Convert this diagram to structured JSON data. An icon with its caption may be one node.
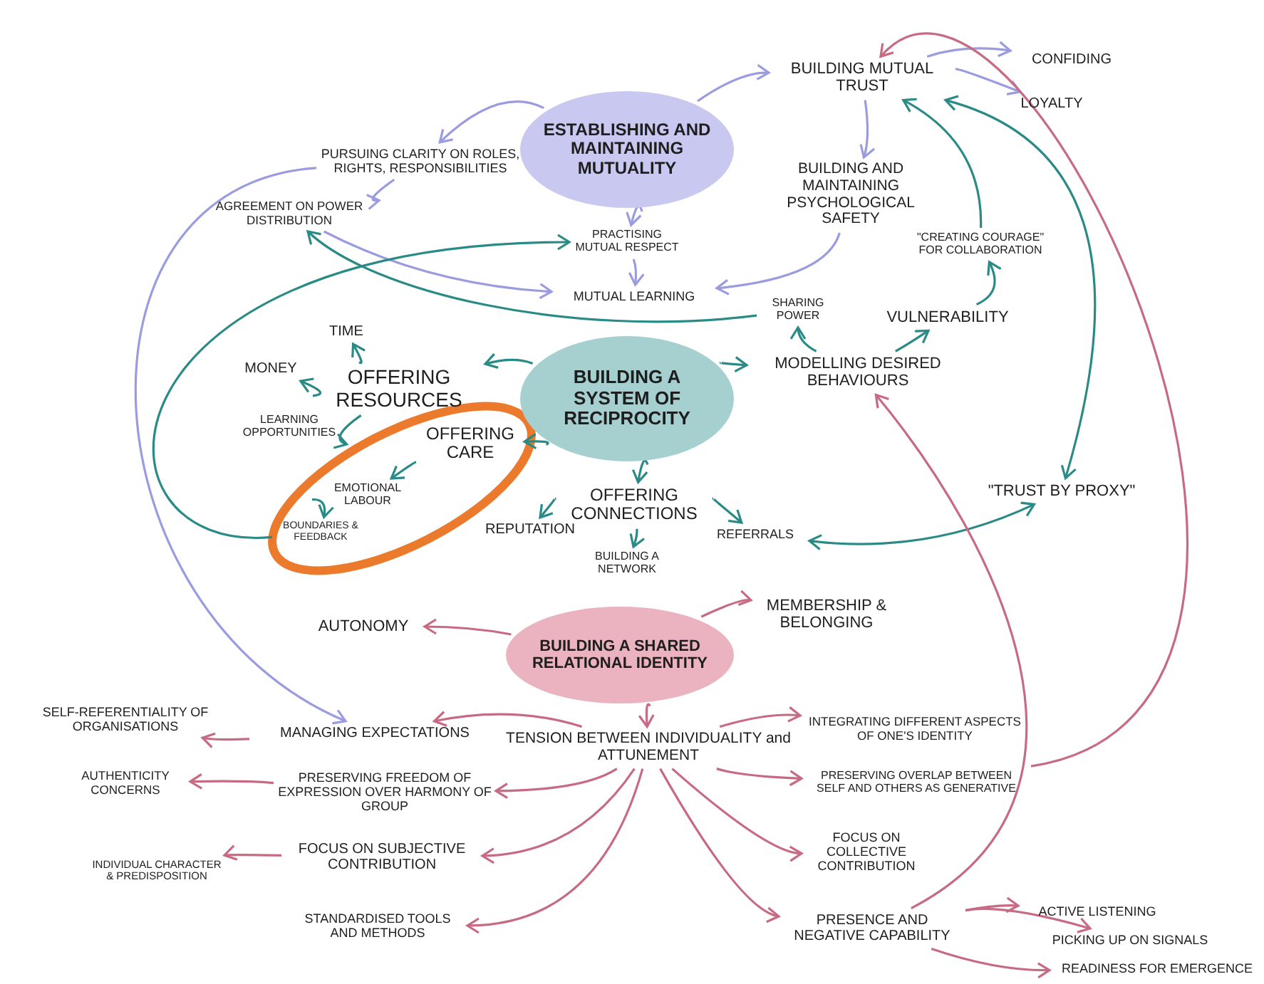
{
  "diagram": {
    "nodes": [
      {
        "text": [
          "ESTABLISHING AND MAINTAINING MUTUALITY"
        ]
      },
      {
        "text": [
          "BUILDING MUTUAL TRUST"
        ]
      },
      {
        "text": [
          "CONFIDING"
        ]
      },
      {
        "text": [
          "LOYALTY"
        ]
      },
      {
        "text": [
          "PURSUING CLARITY ON ROLES, RIGHTS, RESPONSIBILITIES"
        ]
      },
      {
        "text": [
          "AGREEMENT ON POWER DISTRIBUTION"
        ]
      },
      {
        "text": [
          "PRACTISING MUTUAL RESPECT"
        ]
      },
      {
        "text": [
          "BUILDING AND MAINTAINING PSYCHOLOGICAL SAFETY"
        ]
      },
      {
        "text": [
          "MUTUAL LEARNING"
        ]
      },
      {
        "text": [
          "\"CREATING COURAGE\" FOR COLLABORATION"
        ]
      },
      {
        "text": [
          "SHARING POWER"
        ]
      },
      {
        "text": [
          "VULNERABILITY"
        ]
      },
      {
        "text": [
          "TIME"
        ]
      },
      {
        "text": [
          "MONEY"
        ]
      },
      {
        "text": [
          "OFFERING RESOURCES"
        ]
      },
      {
        "text": [
          "BUILDING A SYSTEM OF RECIPROCITY"
        ]
      },
      {
        "text": [
          "MODELLING DESIRED BEHAVIOURS"
        ]
      },
      {
        "text": [
          "LEARNING OPPORTUNITIES"
        ]
      },
      {
        "text": [
          "OFFERING CARE"
        ]
      },
      {
        "text": [
          "EMOTIONAL LABOUR"
        ]
      },
      {
        "text": [
          "BOUNDARIES & FEEDBACK"
        ]
      },
      {
        "text": [
          "OFFERING CONNECTIONS"
        ]
      },
      {
        "text": [
          "REPUTATION"
        ]
      },
      {
        "text": [
          "\"TRUST BY PROXY\""
        ]
      },
      {
        "text": [
          "REFERRALS"
        ]
      },
      {
        "text": [
          "BUILDING A NETWORK"
        ]
      },
      {
        "text": [
          "AUTONOMY"
        ]
      },
      {
        "text": [
          "BUILDING A SHARED RELATIONAL IDENTITY"
        ]
      },
      {
        "text": [
          "MEMBERSHIP & BELONGING"
        ]
      },
      {
        "text": [
          "SELF-REFERENTIALITY OF ORGANISATIONS"
        ]
      },
      {
        "text": [
          "MANAGING EXPECTATIONS"
        ]
      },
      {
        "text": [
          "TENSION BETWEEN INDIVIDUALITY and ATTUNEMENT"
        ]
      },
      {
        "text": [
          "INTEGRATING DIFFERENT ASPECTS OF ONE'S IDENTITY"
        ]
      },
      {
        "text": [
          "AUTHENTICITY CONCERNS"
        ]
      },
      {
        "text": [
          "PRESERVING FREEDOM OF EXPRESSION OVER HARMONY OF GROUP"
        ]
      },
      {
        "text": [
          "PRESERVING OVERLAP BETWEEN SELF AND OTHERS AS GENERATIVE"
        ]
      },
      {
        "text": [
          "INDIVIDUAL CHARACTER & PREDISPOSITION"
        ]
      },
      {
        "text": [
          "FOCUS ON SUBJECTIVE CONTRIBUTION"
        ]
      },
      {
        "text": [
          "FOCUS ON COLLECTIVE CONTRIBUTION"
        ]
      },
      {
        "text": [
          "STANDARDISED TOOLS AND METHODS"
        ]
      },
      {
        "text": [
          "PRESENCE AND NEGATIVE CAPABILITY"
        ]
      },
      {
        "text": [
          "ACTIVE LISTENING"
        ]
      },
      {
        "text": [
          "PICKING UP ON SIGNALS"
        ]
      },
      {
        "text": [
          "READINESS FOR EMERGENCE"
        ]
      }
    ],
    "edges": [
      {
        "from": 0,
        "to": 1,
        "arrow": "to",
        "color": "#9b9be0"
      },
      {
        "from": 0,
        "to": 4,
        "arrow": "to",
        "color": "#9b9be0"
      },
      {
        "from": 0,
        "to": 6,
        "arrow": "to",
        "color": "#9b9be0"
      },
      {
        "from": 6,
        "to": 8,
        "arrow": "to",
        "color": "#9b9be0"
      },
      {
        "from": 1,
        "to": 2,
        "arrow": "to",
        "color": "#9b9be0"
      },
      {
        "from": 1,
        "to": 3,
        "arrow": "to",
        "color": "#9b9be0"
      },
      {
        "from": 1,
        "to": 7,
        "arrow": "to",
        "color": "#9b9be0"
      },
      {
        "from": 7,
        "to": 8,
        "arrow": "to",
        "color": "#9b9be0"
      },
      {
        "from": 4,
        "to": 5,
        "arrow": "to",
        "color": "#9b9be0"
      },
      {
        "from": 5,
        "to": 8,
        "arrow": "to",
        "color": "#9b9be0"
      },
      {
        "from": 4,
        "to": 30,
        "arrow": "to",
        "color": "#9b9be0"
      },
      {
        "from": 10,
        "to": 5,
        "arrow": "to"
      },
      {
        "from": 20,
        "to": 6,
        "arrow": "to"
      },
      {
        "from": 15,
        "to": 14,
        "arrow": "to"
      },
      {
        "from": 15,
        "to": 16,
        "arrow": "to"
      },
      {
        "from": 15,
        "to": 21,
        "arrow": "to"
      },
      {
        "from": 15,
        "to": 18,
        "arrow": "to"
      },
      {
        "from": 14,
        "to": 12,
        "arrow": "to"
      },
      {
        "from": 14,
        "to": 13,
        "arrow": "to"
      },
      {
        "from": 14,
        "to": 17,
        "arrow": "to"
      },
      {
        "from": 18,
        "to": 19,
        "arrow": "to"
      },
      {
        "from": 19,
        "to": 20,
        "arrow": "to"
      },
      {
        "from": 21,
        "to": 22,
        "arrow": "to"
      },
      {
        "from": 21,
        "to": 24,
        "arrow": "to"
      },
      {
        "from": 21,
        "to": 25,
        "arrow": "to"
      },
      {
        "from": 16,
        "to": 10,
        "arrow": "to"
      },
      {
        "from": 16,
        "to": 11,
        "arrow": "to"
      },
      {
        "from": 11,
        "to": 9,
        "arrow": "to"
      },
      {
        "from": 9,
        "to": 1,
        "arrow": "to"
      },
      {
        "from": 1,
        "to": 23,
        "arrow": "both"
      },
      {
        "from": 24,
        "to": 23,
        "arrow": "both"
      },
      {
        "from": 27,
        "to": 26,
        "arrow": "to",
        "color": "#c76b84"
      },
      {
        "from": 27,
        "to": 28,
        "arrow": "to",
        "color": "#c76b84"
      },
      {
        "from": 27,
        "to": 31,
        "arrow": "to",
        "color": "#c76b84"
      },
      {
        "from": 31,
        "to": 30,
        "arrow": "to",
        "color": "#c76b84"
      },
      {
        "from": 30,
        "to": 29,
        "arrow": "to",
        "color": "#c76b84"
      },
      {
        "from": 31,
        "to": 34,
        "arrow": "to",
        "color": "#c76b84"
      },
      {
        "from": 34,
        "to": 33,
        "arrow": "to",
        "color": "#c76b84"
      },
      {
        "from": 31,
        "to": 37,
        "arrow": "to",
        "color": "#c76b84"
      },
      {
        "from": 37,
        "to": 36,
        "arrow": "to",
        "color": "#c76b84"
      },
      {
        "from": 31,
        "to": 39,
        "arrow": "to",
        "color": "#c76b84"
      },
      {
        "from": 31,
        "to": 32,
        "arrow": "to",
        "color": "#c76b84"
      },
      {
        "from": 31,
        "to": 35,
        "arrow": "to",
        "color": "#c76b84"
      },
      {
        "from": 31,
        "to": 38,
        "arrow": "to",
        "color": "#c76b84"
      },
      {
        "from": 31,
        "to": 40,
        "arrow": "to",
        "color": "#c76b84"
      },
      {
        "from": 40,
        "to": 41,
        "arrow": "to",
        "color": "#c76b84"
      },
      {
        "from": 40,
        "to": 42,
        "arrow": "to",
        "color": "#c76b84"
      },
      {
        "from": 40,
        "to": 43,
        "arrow": "to",
        "color": "#c76b84"
      },
      {
        "from": 40,
        "to": 16,
        "arrow": "to",
        "color": "#c76b84"
      },
      {
        "from": 35,
        "to": 1,
        "arrow": "to",
        "color": "#c76b84"
      }
    ]
  }
}
